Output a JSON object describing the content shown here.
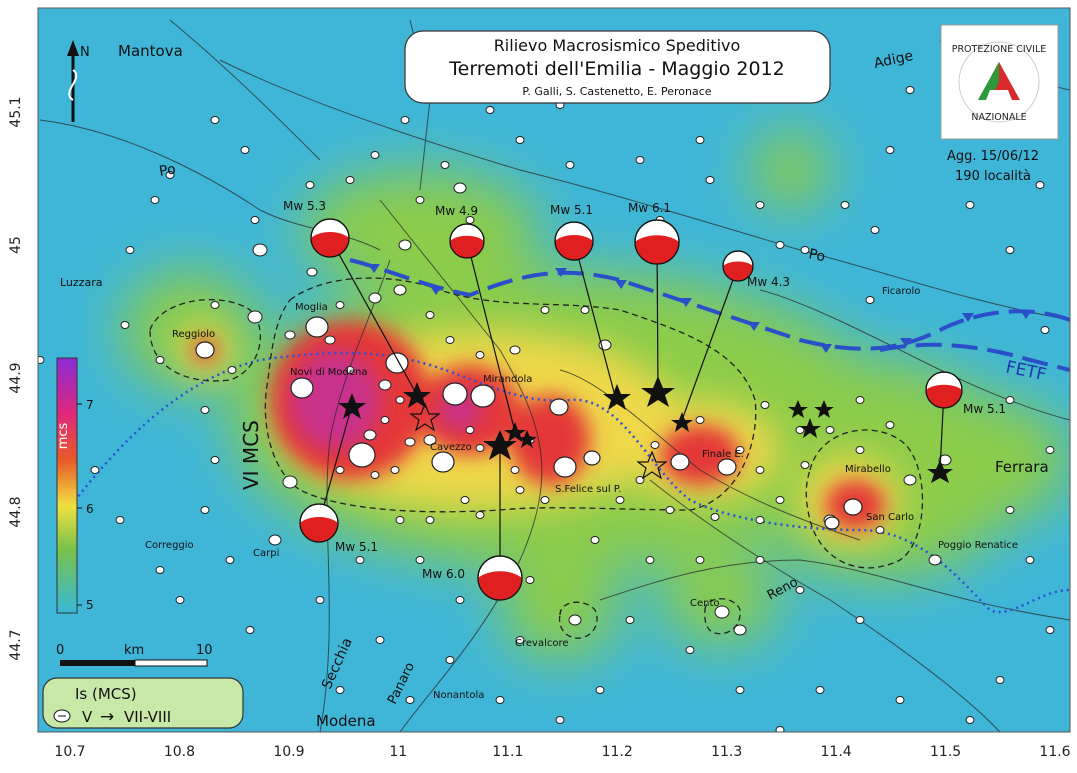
{
  "title": {
    "line1": "Rilievo Macrosismico Speditivo",
    "line2": "Terremoti dell'Emilia - Maggio 2012",
    "authors": "P. Galli, S. Castenetto, E. Peronace"
  },
  "logo": {
    "top_text": "PROTEZIONE CIVILE",
    "bottom_text": "NAZIONALE"
  },
  "update": {
    "date": "Agg. 15/06/12",
    "count": "190 località"
  },
  "north_label": "N",
  "axes": {
    "lon_ticks": [
      "10.7",
      "10.8",
      "10.9",
      "11",
      "11.1",
      "11.2",
      "11.3",
      "11.4",
      "11.5",
      "11.6"
    ],
    "lat_ticks": [
      "45.1",
      "45",
      "44.9",
      "44.8",
      "44.7"
    ]
  },
  "colorbar": {
    "label": "mcs",
    "ticks": [
      "7",
      "6",
      "5"
    ],
    "colors": [
      "#8a2bd6",
      "#e0287a",
      "#e85a28",
      "#f0e040",
      "#78c24a",
      "#38b8d8"
    ]
  },
  "scalebar": {
    "zero": "0",
    "unit": "km",
    "max": "10"
  },
  "legend": {
    "title": "Is (MCS)",
    "from": "V",
    "arrow": "→",
    "to": "VII-VIII"
  },
  "intensity_label": "VI MCS",
  "fault_label": "FETF",
  "places": {
    "mantova": "Mantova",
    "adige": "Adige",
    "po1": "Po",
    "po2": "Po",
    "luzzara": "Luzzara",
    "reggiolo": "Reggiolo",
    "moglia": "Moglia",
    "novi": "Novi di Modena",
    "mirandola": "Mirandola",
    "cavezzo": "Cavezzo",
    "sfelice": "S.Felice sul P.",
    "finale": "Finale E.",
    "ficarolo": "Ficarolo",
    "mirabello": "Mirabello",
    "sancarlo": "San Carlo",
    "ferrara": "Ferrara",
    "correggio": "Correggio",
    "carpi": "Carpi",
    "poggio": "Poggio Renatice",
    "cento": "Cento",
    "reno": "Reno",
    "crevalcore": "Crevalcore",
    "secchia": "Secchia",
    "panaro": "Panaro",
    "nonantola": "Nonantola",
    "modena": "Modena"
  },
  "mechanisms": {
    "m1": "Mw 5.3",
    "m2": "Mw 4.9",
    "m3": "Mw 5.1",
    "m4": "Mw 6.1",
    "m5": "Mw 4.3",
    "m6": "Mw 5.1",
    "m7": "Mw 5.1",
    "m8": "Mw 6.0"
  },
  "colors": {
    "sea": "#3fb6d8",
    "green": "#8ccc48",
    "yellow": "#eed84a",
    "red": "#e43838",
    "magenta": "#c8308a",
    "fault": "#2a4fc8"
  }
}
